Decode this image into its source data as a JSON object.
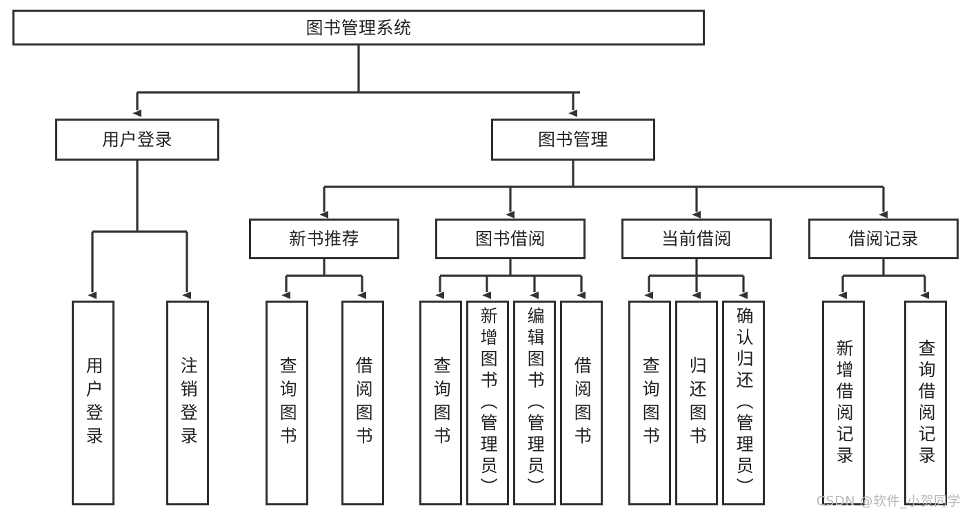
{
  "diagram": {
    "title": "图书管理系统",
    "type": "tree",
    "orientation": "top-down",
    "watermark": "CSDN @软件_小贺同学",
    "style": {
      "box_fill": "#ffffff",
      "box_border": "#2f2f2f",
      "line_color": "#333333",
      "text_color": "#231f20",
      "background": "#ffffff",
      "arrowhead": "solid-triangle"
    },
    "root": {
      "id": "root",
      "label": "图书管理系统"
    },
    "level2": [
      {
        "id": "user-login",
        "label": "用户登录"
      },
      {
        "id": "book-manage",
        "label": "图书管理"
      }
    ],
    "level3": [
      {
        "id": "new-book-rec",
        "label": "新书推荐",
        "parent": "book-manage"
      },
      {
        "id": "book-borrow",
        "label": "图书借阅",
        "parent": "book-manage"
      },
      {
        "id": "current-borrow",
        "label": "当前借阅",
        "parent": "book-manage"
      },
      {
        "id": "borrow-record",
        "label": "借阅记录",
        "parent": "book-manage"
      }
    ],
    "leaves": [
      {
        "id": "leaf-user-login",
        "label": "用户登录",
        "parent": "user-login"
      },
      {
        "id": "leaf-logout",
        "label": "注销登录",
        "parent": "user-login"
      },
      {
        "id": "leaf-query-book-1",
        "label": "查询图书",
        "parent": "new-book-rec"
      },
      {
        "id": "leaf-borrow-book-1",
        "label": "借阅图书",
        "parent": "new-book-rec"
      },
      {
        "id": "leaf-query-book-2",
        "label": "查询图书",
        "parent": "book-borrow"
      },
      {
        "id": "leaf-add-book",
        "label": "新增图书（管理员）",
        "parent": "book-borrow"
      },
      {
        "id": "leaf-edit-book",
        "label": "编辑图书（管理员）",
        "parent": "book-borrow"
      },
      {
        "id": "leaf-borrow-book-2",
        "label": "借阅图书",
        "parent": "book-borrow"
      },
      {
        "id": "leaf-query-book-3",
        "label": "查询图书",
        "parent": "current-borrow"
      },
      {
        "id": "leaf-return-book",
        "label": "归还图书",
        "parent": "current-borrow"
      },
      {
        "id": "leaf-confirm-return",
        "label": "确认归还（管理员）",
        "parent": "current-borrow"
      },
      {
        "id": "leaf-add-record",
        "label": "新增借阅记录",
        "parent": "borrow-record"
      },
      {
        "id": "leaf-query-record",
        "label": "查询借阅记录",
        "parent": "borrow-record"
      }
    ]
  }
}
